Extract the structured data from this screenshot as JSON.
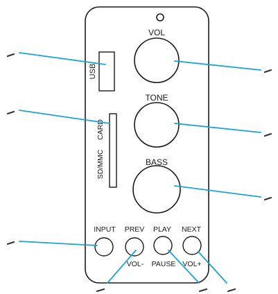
{
  "labels": {
    "vol": "VOL",
    "tone": "TONE",
    "bass": "BASS",
    "usb": "USB",
    "card_line1": "SD/MMC",
    "card_line2": "CARD",
    "input": "INPUT",
    "prev": "PREV",
    "play": "PLAY",
    "next": "NEXT",
    "vol_minus": "VOL-",
    "pause": "PAUSE",
    "vol_plus": "VOL+"
  },
  "colors": {
    "leader_line": "#1aa3d9",
    "outline": "#1a1a1a",
    "background": "#ffffff"
  }
}
